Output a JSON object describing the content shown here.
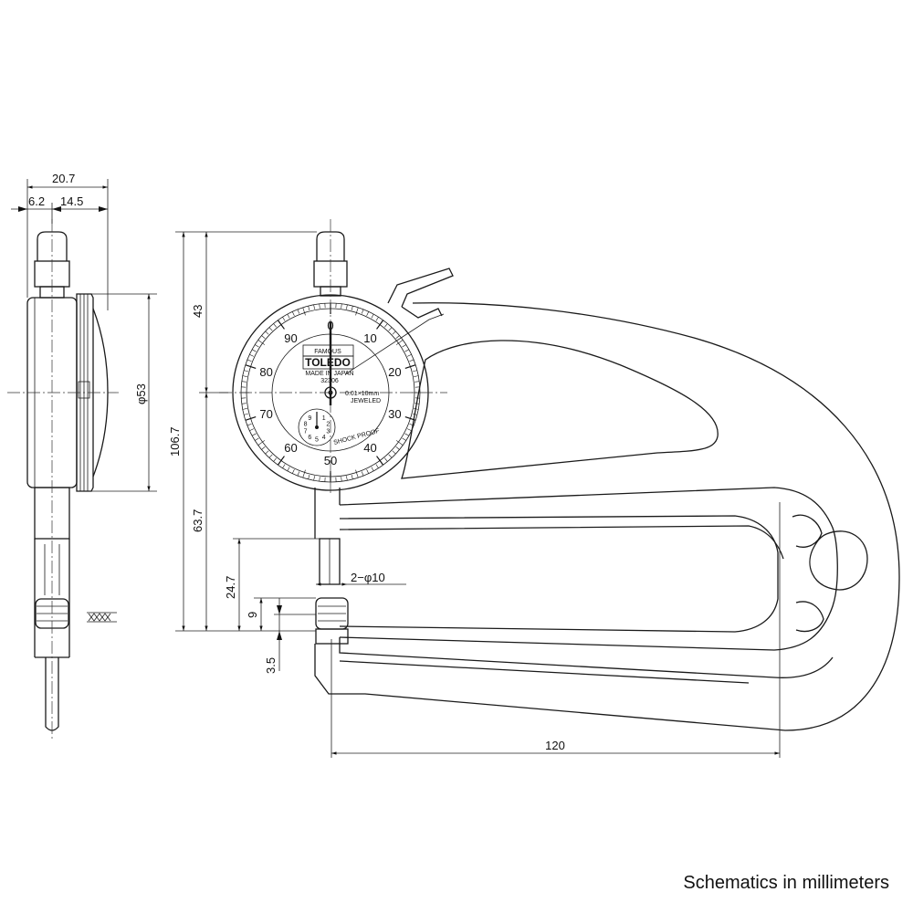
{
  "caption": "Schematics in millimeters",
  "dimensions": {
    "side_width": "20.7",
    "side_left": "6.2",
    "side_right": "14.5",
    "dial_diameter": "φ53",
    "total_height": "106.7",
    "upper_height": "43",
    "lower_height": "63.7",
    "anvil_height": "24.7",
    "anvil_gap": "9",
    "anvil_offset": "3.5",
    "anvil_diameter": "2−φ10",
    "throat_depth": "120"
  },
  "dial": {
    "scale_numbers": [
      "0",
      "10",
      "20",
      "30",
      "40",
      "50",
      "60",
      "70",
      "80",
      "90"
    ],
    "brand_top": "FAMOUS",
    "brand_name": "TOLEDO",
    "made_in": "MADE IN JAPAN",
    "model": "32306",
    "resolution": "0.01×10mm",
    "jeweled": "JEWELED",
    "shock_proof": "SHOCK PROOF",
    "counter_numbers": [
      "1",
      "2",
      "3",
      "4",
      "5",
      "6",
      "7",
      "8",
      "9"
    ]
  }
}
